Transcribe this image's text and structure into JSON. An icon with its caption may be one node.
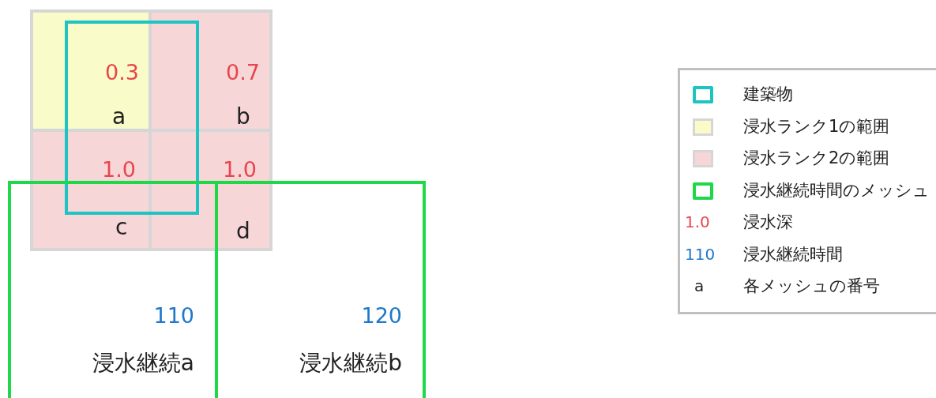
{
  "diagram": {
    "nodes": [
      {
        "text": [
          "0.3",
          "a"
        ]
      },
      {
        "text": [
          "0.7",
          "b"
        ]
      },
      {
        "text": [
          "1.0",
          "c"
        ]
      },
      {
        "text": [
          "1.0",
          "d"
        ]
      },
      {
        "text": [],
        "shape": "box"
      },
      {
        "text": [
          "110",
          "浸水継続a"
        ]
      },
      {
        "text": [
          "120",
          "浸水継続b"
        ]
      }
    ],
    "edges": [],
    "labels": [
      "1.0",
      "110",
      "a"
    ],
    "legend": [
      {
        "text": "建築物"
      },
      {
        "text": "浸水ランク1の範囲",
        "color": "#f9fcc8"
      },
      {
        "text": "浸水ランク2の範囲",
        "color": "#f7d6d8"
      },
      {
        "text": "浸水継続時間のメッシュ"
      },
      {
        "text": "浸水深"
      },
      {
        "text": "浸水継続時間"
      },
      {
        "text": "各メッシュの番号"
      }
    ]
  }
}
